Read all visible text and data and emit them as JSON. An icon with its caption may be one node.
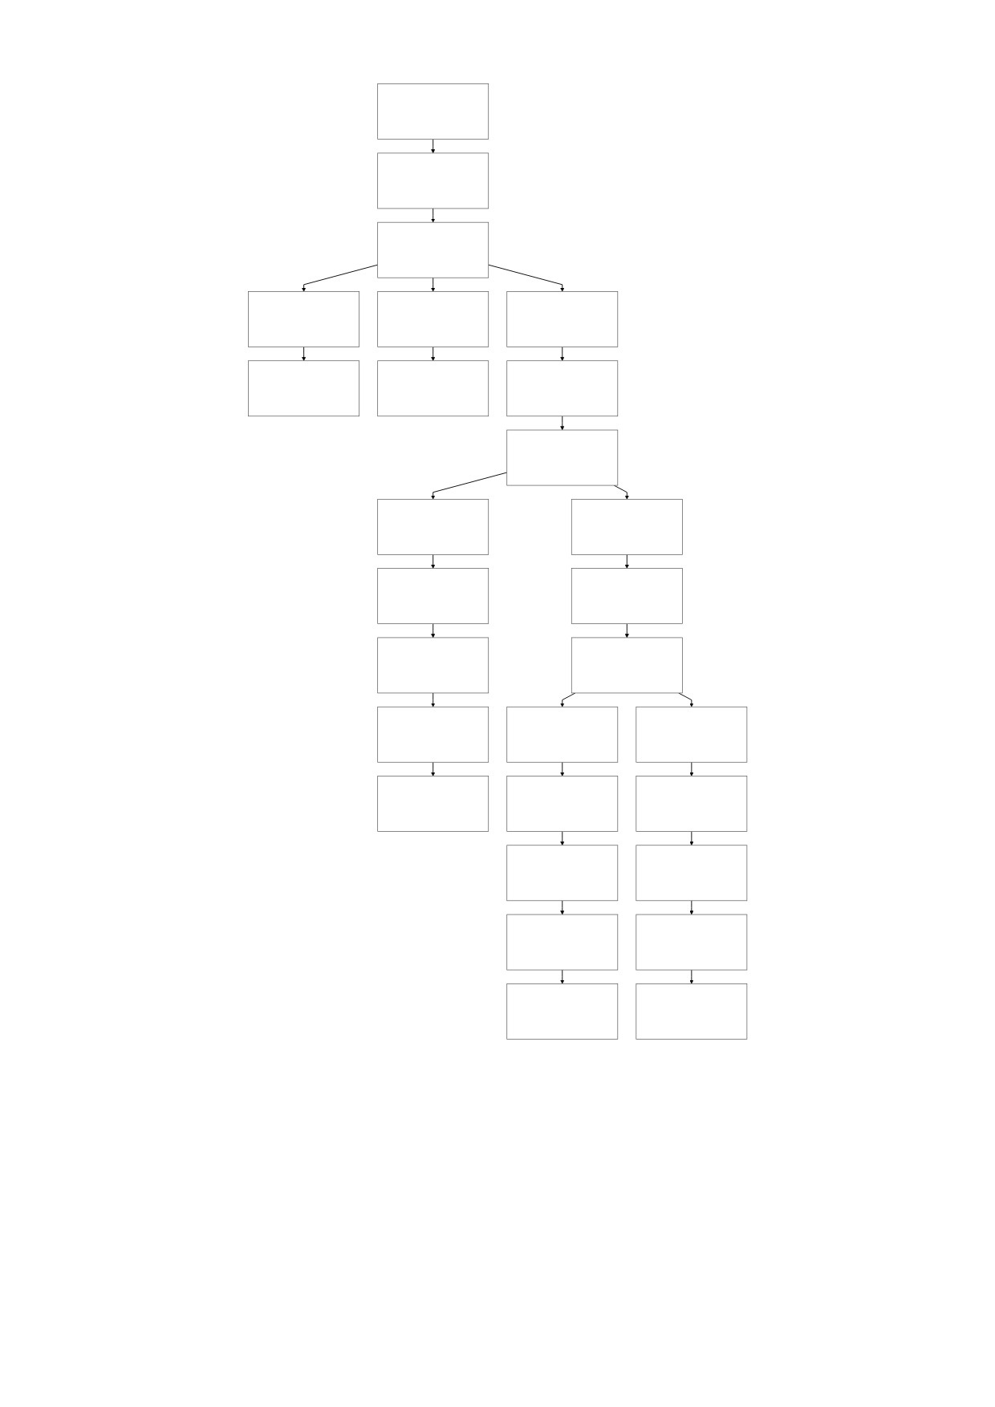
{
  "diagram": {
    "nodes": [
      {
        "text": [],
        "shape": "box"
      },
      {
        "text": [],
        "shape": "box"
      },
      {
        "text": [],
        "shape": "box"
      },
      {
        "text": [],
        "shape": "box"
      },
      {
        "text": [],
        "shape": "box"
      },
      {
        "text": [],
        "shape": "box"
      },
      {
        "text": [],
        "shape": "box"
      },
      {
        "text": [],
        "shape": "box"
      },
      {
        "text": [],
        "shape": "box"
      },
      {
        "text": [],
        "shape": "box"
      },
      {
        "text": [],
        "shape": "box"
      },
      {
        "text": [],
        "shape": "box"
      },
      {
        "text": [],
        "shape": "box"
      },
      {
        "text": [],
        "shape": "box"
      },
      {
        "text": [],
        "shape": "box"
      },
      {
        "text": [],
        "shape": "box"
      },
      {
        "text": [],
        "shape": "box"
      },
      {
        "text": [],
        "shape": "box"
      },
      {
        "text": [],
        "shape": "box"
      },
      {
        "text": [],
        "shape": "box"
      },
      {
        "text": [],
        "shape": "box"
      },
      {
        "text": [],
        "shape": "box"
      },
      {
        "text": [],
        "shape": "box"
      },
      {
        "text": [],
        "shape": "box"
      },
      {
        "text": [],
        "shape": "box"
      },
      {
        "text": [],
        "shape": "box"
      },
      {
        "text": [],
        "shape": "box"
      },
      {
        "text": [],
        "shape": "box"
      }
    ],
    "edges": [
      {
        "from": 0,
        "to": 1,
        "arrow": "to"
      },
      {
        "from": 1,
        "to": 3,
        "arrow": "to"
      },
      {
        "from": 3,
        "to": 2,
        "arrow": "to"
      },
      {
        "from": 3,
        "to": 4,
        "arrow": "to"
      },
      {
        "from": 2,
        "to": 5,
        "arrow": "to"
      },
      {
        "from": 3,
        "to": 6,
        "arrow": "to"
      },
      {
        "from": 4,
        "to": 7,
        "arrow": "to"
      },
      {
        "from": 6,
        "to": 8,
        "arrow": "to"
      },
      {
        "from": 8,
        "to": 10,
        "arrow": "to"
      },
      {
        "from": 10,
        "to": 9,
        "arrow": "to"
      },
      {
        "from": 9,
        "to": 11,
        "arrow": "to"
      },
      {
        "from": 10,
        "to": 12,
        "arrow": "to"
      },
      {
        "from": 11,
        "to": 13,
        "arrow": "to"
      },
      {
        "from": 12,
        "to": 14,
        "arrow": "to"
      },
      {
        "from": 13,
        "to": 15,
        "arrow": "to"
      },
      {
        "from": 14,
        "to": 16,
        "arrow": "to"
      },
      {
        "from": 16,
        "to": 17,
        "arrow": "to"
      },
      {
        "from": 15,
        "to": 18,
        "arrow": "to"
      },
      {
        "from": 16,
        "to": 19,
        "arrow": "to"
      },
      {
        "from": 17,
        "to": 20,
        "arrow": "to"
      },
      {
        "from": 19,
        "to": 21,
        "arrow": "to"
      },
      {
        "from": 20,
        "to": 22,
        "arrow": "to"
      },
      {
        "from": 21,
        "to": 23,
        "arrow": "to"
      },
      {
        "from": 22,
        "to": 24,
        "arrow": "to"
      },
      {
        "from": 23,
        "to": 25,
        "arrow": "to"
      },
      {
        "from": 25,
        "to": 26,
        "arrow": "to"
      },
      {
        "from": 24,
        "to": 27,
        "arrow": "to"
      }
    ]
  }
}
